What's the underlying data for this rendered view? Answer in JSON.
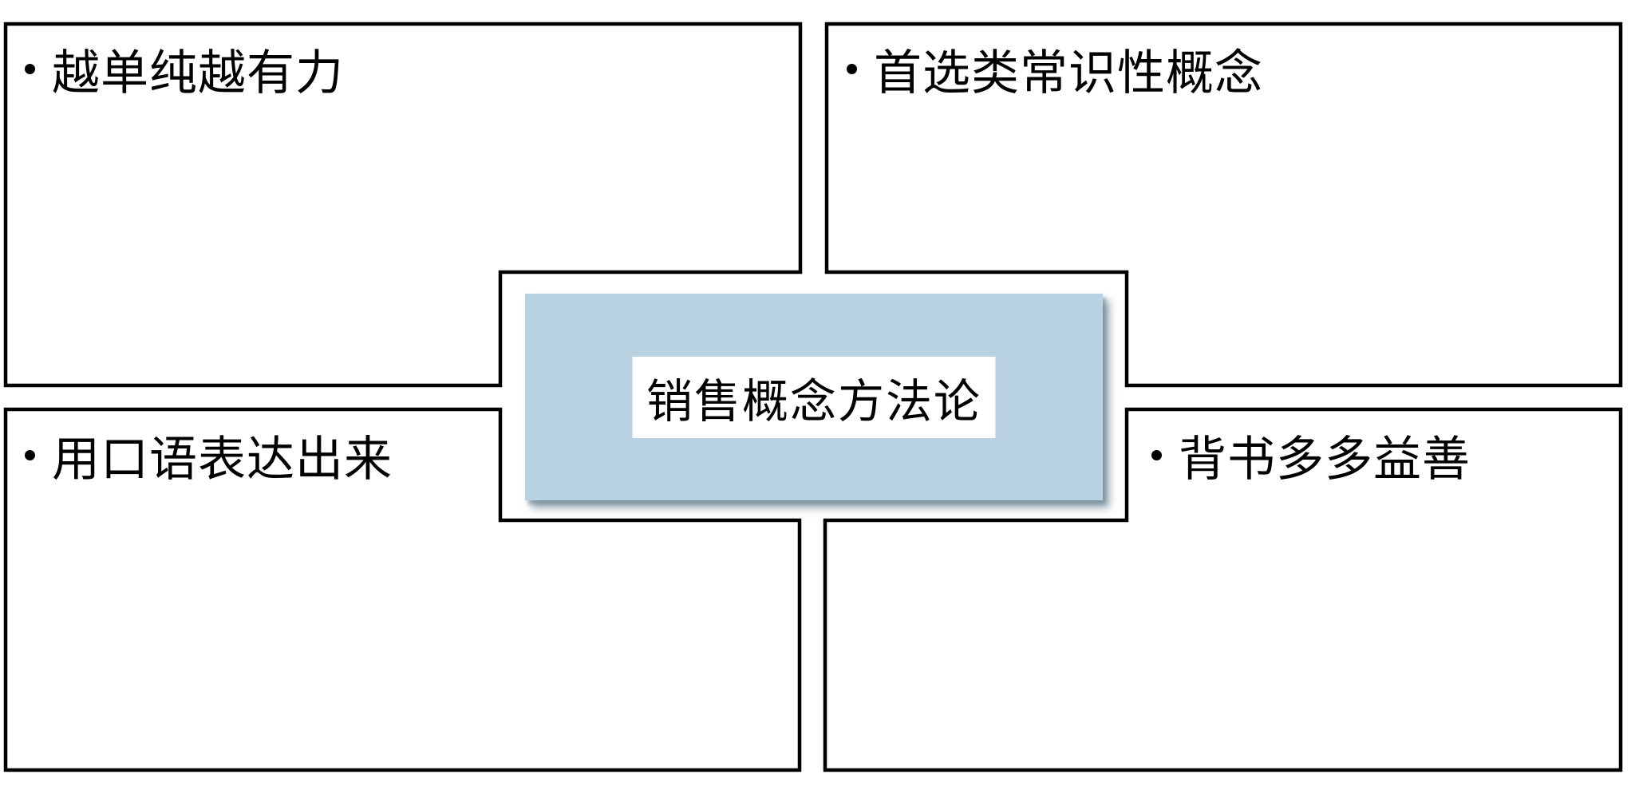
{
  "center_label": "销售概念方法论",
  "quadrants": [
    {
      "position": "top-left",
      "label": "越单纯越有力"
    },
    {
      "position": "top-right",
      "label": "首选类常识性概念"
    },
    {
      "position": "bottom-left",
      "label": "用口语表达出来"
    },
    {
      "position": "bottom-right",
      "label": "背书多多益善"
    }
  ],
  "colors": {
    "background": "#ffffff",
    "box_border": "#000000",
    "box_fill": "#ffffff",
    "center_fill": "#b9d2e1",
    "center_shadow": "#6f8797",
    "label_background": "#ffffff",
    "text": "#000000"
  }
}
